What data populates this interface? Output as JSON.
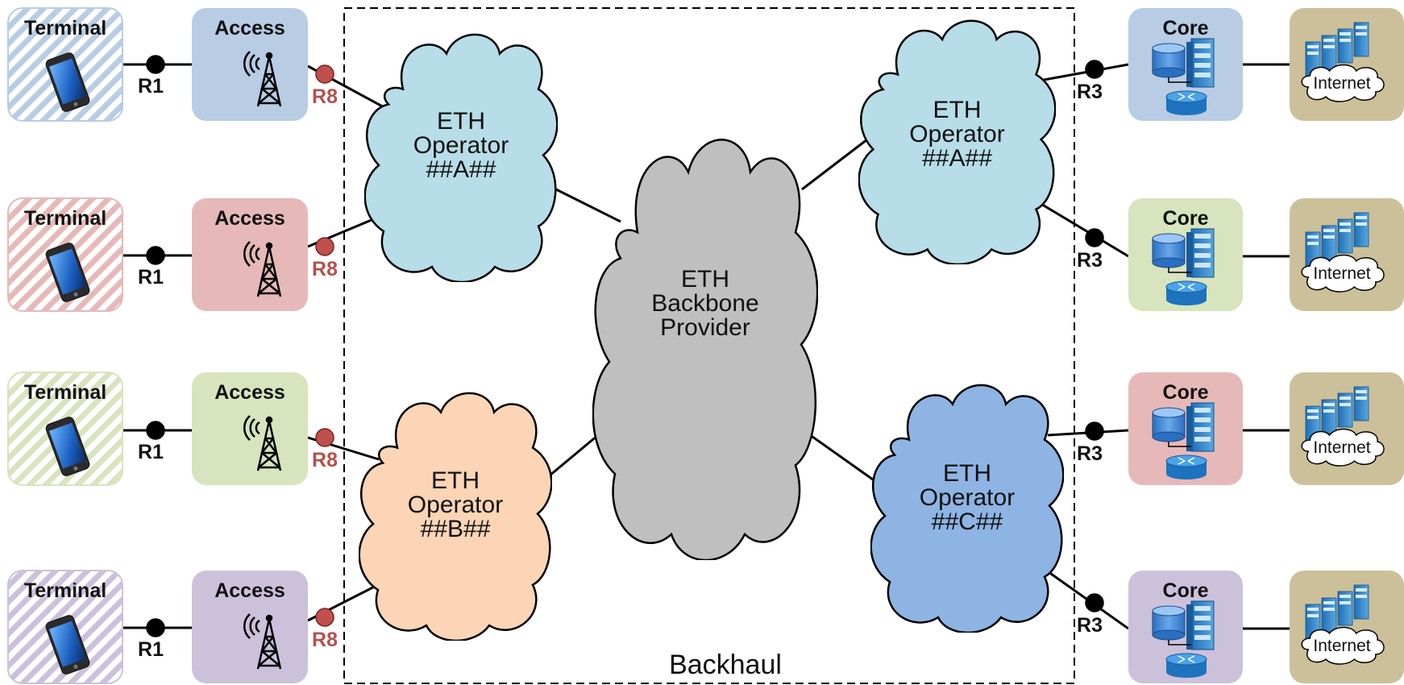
{
  "labels": {
    "terminal": "Terminal",
    "access": "Access",
    "core": "Core",
    "internet": "Internet",
    "r1": "R1",
    "r8": "R8",
    "r3": "R3",
    "backhaul": "Backhaul"
  },
  "rows": [
    {
      "color": "#b8cce4",
      "access_color": "#b8cce4",
      "core_color": "#b8cce4"
    },
    {
      "color": "#e6b9b8",
      "access_color": "#e6b9b8",
      "core_color": "#d7e4bd"
    },
    {
      "color": "#d7e4bd",
      "access_color": "#d7e4bd",
      "core_color": "#e6b9b8"
    },
    {
      "color": "#ccc1da",
      "access_color": "#ccc1da",
      "core_color": "#ccc1da"
    }
  ],
  "clouds": {
    "operator_a_left": {
      "lines": [
        "ETH",
        "Operator",
        "##A##"
      ],
      "color": "#b7dde8"
    },
    "operator_b": {
      "lines": [
        "ETH",
        "Operator",
        "##B##"
      ],
      "color": "#fbd5b5"
    },
    "backbone": {
      "lines": [
        "ETH",
        "Backbone",
        "Provider"
      ],
      "color": "#bfbfbf"
    },
    "operator_a_right": {
      "lines": [
        "ETH",
        "Operator",
        "##A##"
      ],
      "color": "#b7dde8"
    },
    "operator_c": {
      "lines": [
        "ETH",
        "Operator",
        "##C##"
      ],
      "color": "#8eb4e3"
    }
  },
  "colors": {
    "internet_box": "#ccc09a",
    "r8_dot": "#c0504d",
    "connector_dot": "#000000"
  }
}
